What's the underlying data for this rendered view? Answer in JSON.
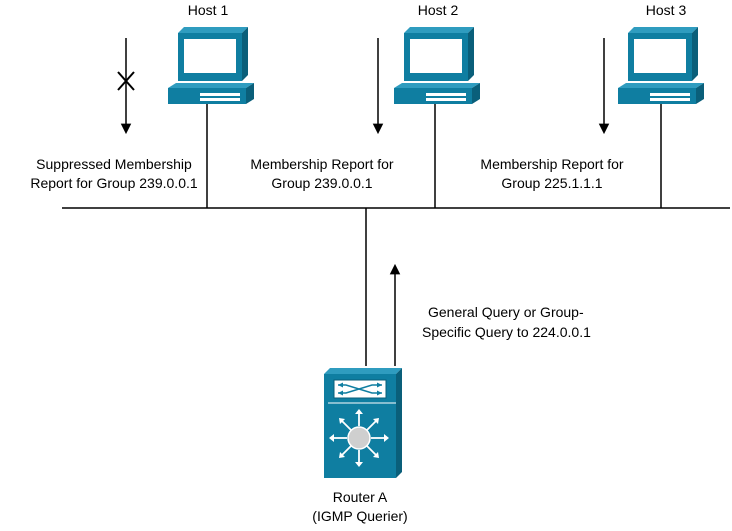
{
  "hosts": [
    {
      "label": "Host 1",
      "report": [
        "Suppressed Membership",
        "Report for Group 239.0.0.1"
      ],
      "report_suppressed": true
    },
    {
      "label": "Host 2",
      "report": [
        "Membership Report for",
        "Group 239.0.0.1"
      ],
      "report_suppressed": false
    },
    {
      "label": "Host 3",
      "report": [
        "Membership Report for",
        "Group 225.1.1.1"
      ],
      "report_suppressed": false
    }
  ],
  "query": {
    "lines": [
      "General Query or Group-",
      "Specific Query to 224.0.0.1"
    ]
  },
  "router": {
    "name": "Router A",
    "role": "(IGMP Querier)"
  },
  "colors": {
    "device_body": "#0f7ea1",
    "device_top": "#2f9cbf",
    "device_side": "#0a5f7a",
    "screen": "#ffffff",
    "line": "#000000"
  }
}
